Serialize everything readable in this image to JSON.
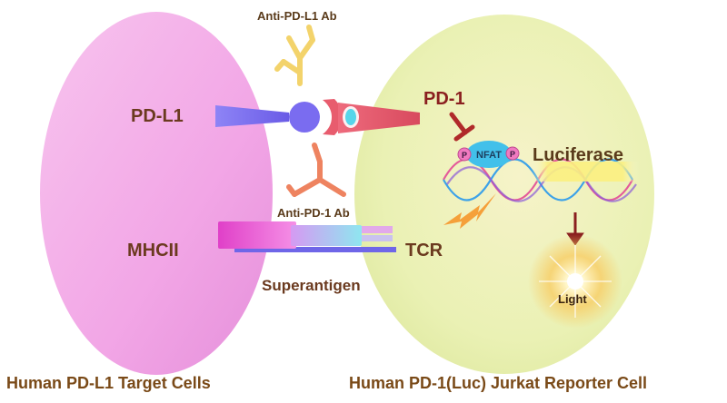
{
  "labels": {
    "anti_pd_l1_ab": "Anti-PD-L1 Ab",
    "pd_l1": "PD-L1",
    "pd_1": "PD-1",
    "luciferase": "Luciferase",
    "nfat": "NFAT",
    "phospho_left": "P",
    "phospho_right": "P",
    "anti_pd_1_ab": "Anti-PD-1 Ab",
    "mhcii": "MHCII",
    "tcr": "TCR",
    "superantigen": "Superantigen",
    "light": "Light",
    "target_cells": "Human PD-L1 Target Cells",
    "reporter_cell": "Human PD-1(Luc) Jurkat Reporter Cell"
  },
  "colors": {
    "target_cell": "#f2a6e6",
    "reporter_cell": "#e9f0b0",
    "pd_l1": "#7a6cf0",
    "pd_1": "#e85c6e",
    "anti_pd_l1_ab": "#f3d36b",
    "anti_pd_1_ab": "#ee8360",
    "nfat": "#42c0ea",
    "phospho": "#f07ac0",
    "mhcii": "#e040c8",
    "tcr": "#8fdff0",
    "signal_arrow": "#f5a03a",
    "inhibit": "#b02a2a",
    "label_text": "#6b3a1f"
  }
}
